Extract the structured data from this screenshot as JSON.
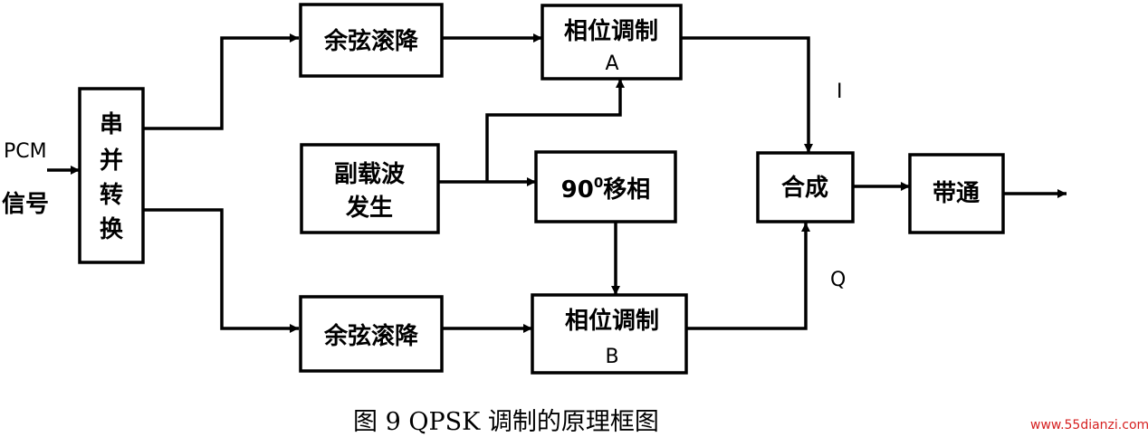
{
  "input": {
    "line1": "PCM",
    "line2": "信号"
  },
  "blocks": {
    "sp": [
      "串",
      "并",
      "转",
      "换"
    ],
    "cos_top": "余弦滚降",
    "cos_bot": "余弦滚降",
    "subcarrier": [
      "副载波",
      "发生"
    ],
    "shift_num": "90",
    "shift_sup": "0",
    "shift_txt": "移相",
    "mod_a": [
      "相位调制",
      "A"
    ],
    "mod_b": [
      "相位调制",
      "B"
    ],
    "combine": "合成",
    "bandpass": "带通"
  },
  "signals": {
    "i": "I",
    "q": "Q"
  },
  "caption": "图 9   QPSK 调制的原理框图",
  "watermark": "www.55dianzi.com"
}
